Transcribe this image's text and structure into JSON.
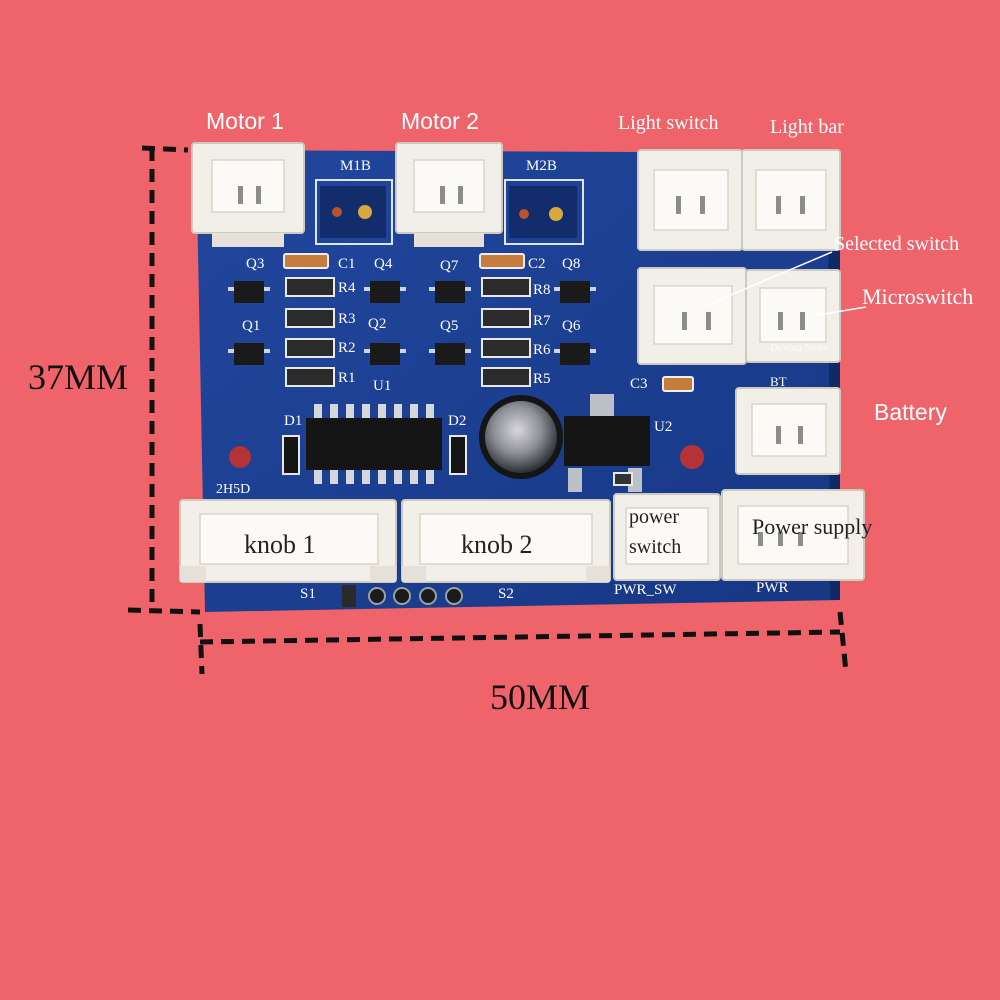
{
  "labels": {
    "motor1": "Motor 1",
    "motor2": "Motor 2",
    "light_switch": "Light switch",
    "light_bar": "Light bar",
    "selected_switch": "Selected switch",
    "microswitch": "Microswitch",
    "battery": "Battery",
    "knob1": "knob 1",
    "knob2": "knob 2",
    "power_switch_line1": "power",
    "power_switch_line2": "switch",
    "power_supply": "Power supply"
  },
  "dimensions": {
    "height": "37MM",
    "width": "50MM"
  },
  "silkscreen": {
    "m1b": "M1B",
    "m2b": "M2B",
    "q1": "Q1",
    "q2": "Q2",
    "q3": "Q3",
    "q4": "Q4",
    "q5": "Q5",
    "q6": "Q6",
    "q7": "Q7",
    "q8": "Q8",
    "c1": "C1",
    "c2": "C2",
    "c3": "C3",
    "r1": "R1",
    "r2": "R2",
    "r3": "R3",
    "r4": "R4",
    "r5": "R5",
    "r6": "R6",
    "r7": "R7",
    "r8": "R8",
    "u1": "U1",
    "u2": "U2",
    "d1": "D1",
    "d2": "D2",
    "board_id": "2H5D",
    "s1": "S1",
    "s2": "S2",
    "pwr_sw": "PWR_SW",
    "pwr": "PWR",
    "bt": "BT",
    "store": "Devota Store"
  },
  "colors": {
    "background": "#ef646b",
    "pcb": "#1c3d8f",
    "connector": "#f2efe9",
    "dimension_line": "#111111"
  }
}
